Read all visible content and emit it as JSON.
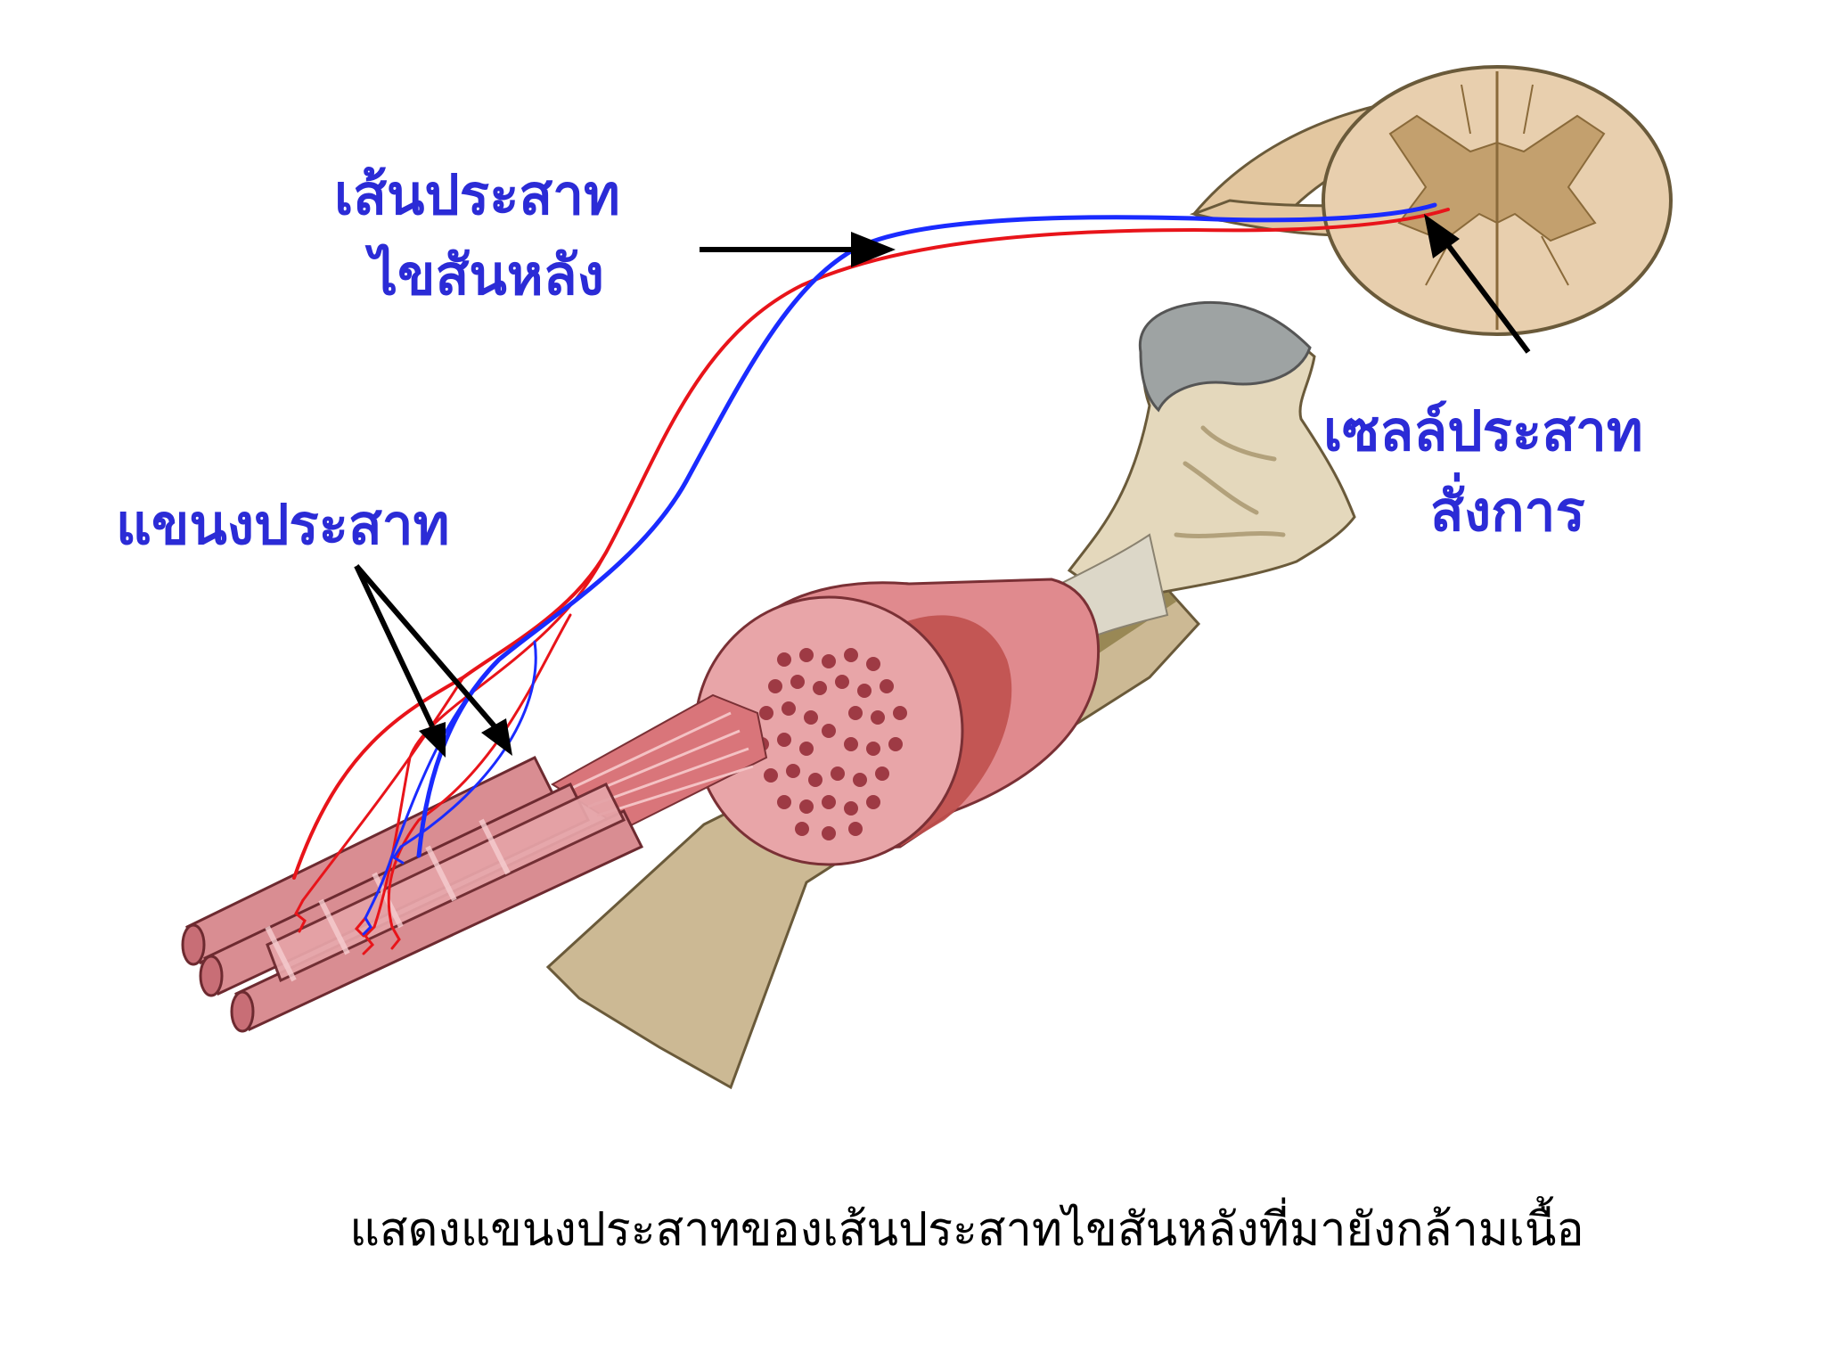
{
  "labels": {
    "spinal_nerve_line1": "เส้นประสาท",
    "spinal_nerve_line2": "ไขสันหลัง",
    "motor_neuron_line1": "เซลล์ประสาท",
    "motor_neuron_line2": "สั่งการ",
    "nerve_branch": "แขนงประสาท"
  },
  "caption": "แสดงแขนงประสาทของเส้นประสาทไขสันหลังที่มายังกล้ามเนื้อ",
  "colors": {
    "label_text": "#2b2bd6",
    "caption_text": "#000000",
    "nerve_blue": "#1a2bff",
    "nerve_red": "#e8141a",
    "muscle": "#c8606a",
    "bone": "#d9c9a8",
    "spinal_cord": "#e3c7a0"
  }
}
